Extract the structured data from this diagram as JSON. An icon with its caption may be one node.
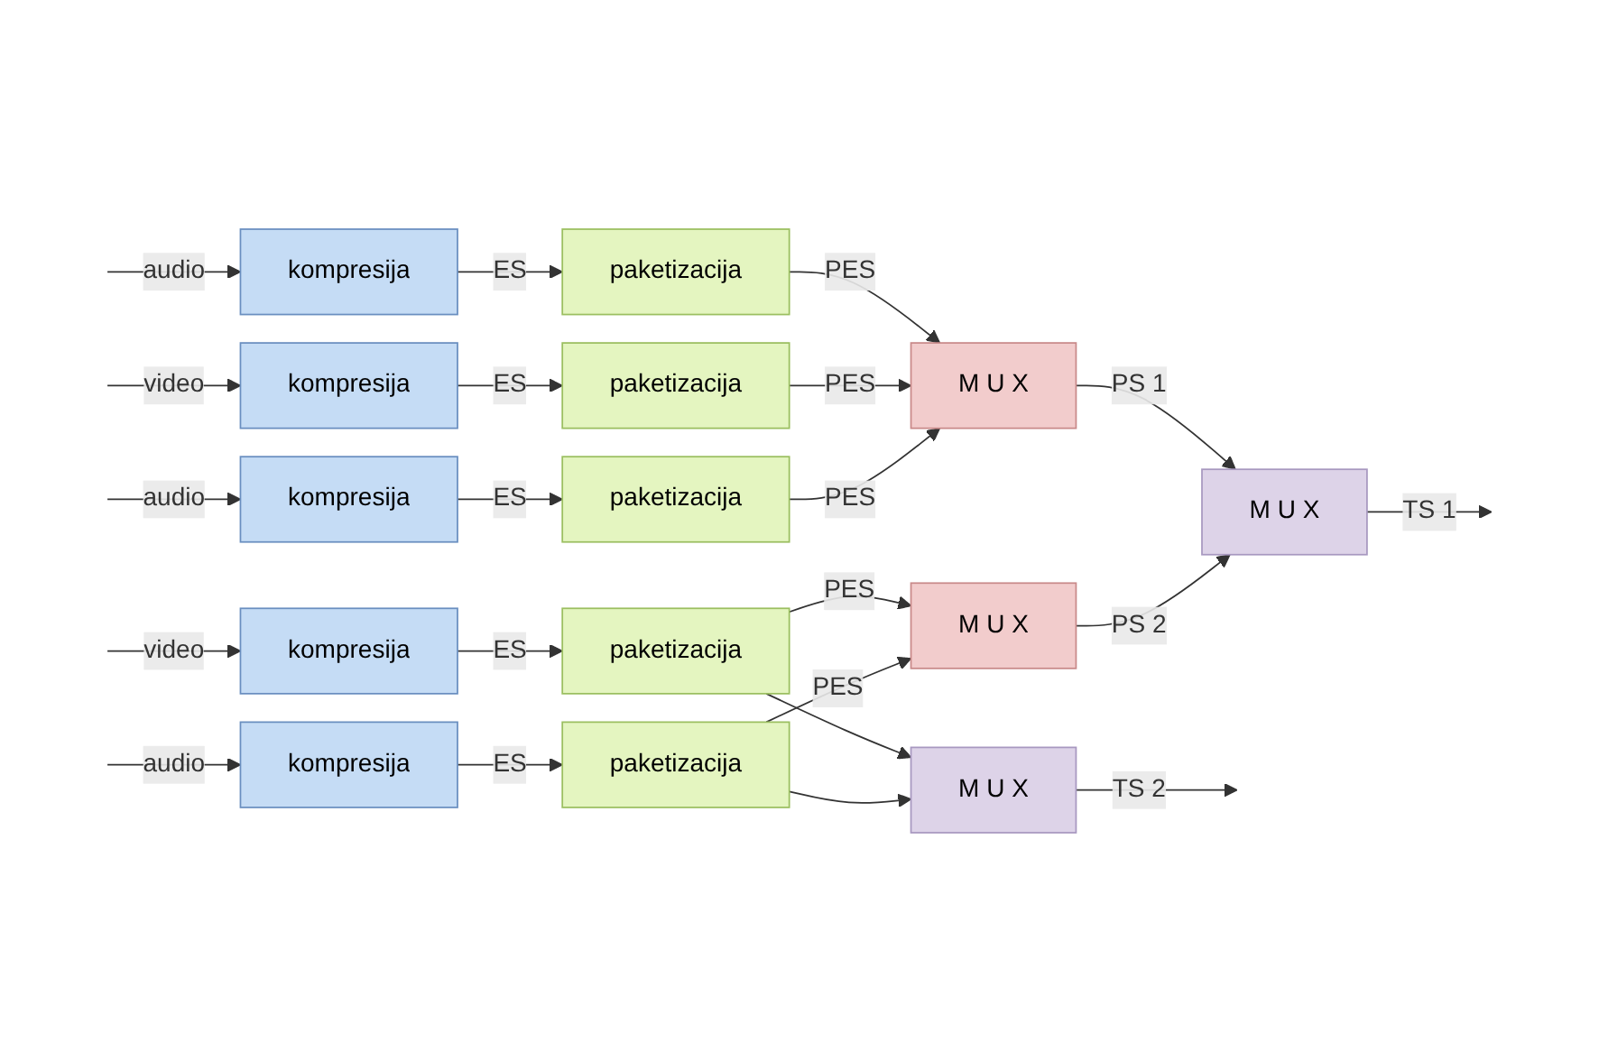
{
  "diagram": {
    "nodes": [
      {
        "text": [
          "kompresija"
        ]
      },
      {
        "text": [
          "kompresija"
        ]
      },
      {
        "text": [
          "kompresija"
        ]
      },
      {
        "text": [
          "kompresija"
        ]
      },
      {
        "text": [
          "kompresija"
        ]
      },
      {
        "text": [
          "paketizacija"
        ]
      },
      {
        "text": [
          "paketizacija"
        ]
      },
      {
        "text": [
          "paketizacija"
        ]
      },
      {
        "text": [
          "paketizacija"
        ]
      },
      {
        "text": [
          "paketizacija"
        ]
      },
      {
        "text": [
          "M U X"
        ]
      },
      {
        "text": [
          "M U X"
        ]
      },
      {
        "text": [
          "M U X"
        ]
      },
      {
        "text": [
          "M U X"
        ]
      }
    ],
    "edges": [
      {
        "from": null,
        "to": 0,
        "arrow": "to",
        "label": "audio"
      },
      {
        "from": null,
        "to": 1,
        "arrow": "to",
        "label": "video"
      },
      {
        "from": null,
        "to": 2,
        "arrow": "to",
        "label": "audio"
      },
      {
        "from": null,
        "to": 3,
        "arrow": "to",
        "label": "video"
      },
      {
        "from": null,
        "to": 4,
        "arrow": "to",
        "label": "audio"
      },
      {
        "from": 0,
        "to": 5,
        "arrow": "to",
        "label": "ES"
      },
      {
        "from": 1,
        "to": 6,
        "arrow": "to",
        "label": "ES"
      },
      {
        "from": 2,
        "to": 7,
        "arrow": "to",
        "label": "ES"
      },
      {
        "from": 3,
        "to": 8,
        "arrow": "to",
        "label": "ES"
      },
      {
        "from": 4,
        "to": 9,
        "arrow": "to",
        "label": "ES"
      },
      {
        "from": 5,
        "to": 10,
        "arrow": "to",
        "label": "PES"
      },
      {
        "from": 6,
        "to": 10,
        "arrow": "to",
        "label": "PES"
      },
      {
        "from": 7,
        "to": 10,
        "arrow": "to",
        "label": "PES"
      },
      {
        "from": 8,
        "to": 11,
        "arrow": "to",
        "label": "PES"
      },
      {
        "from": 9,
        "to": 11,
        "arrow": "to",
        "label": "PES"
      },
      {
        "from": 8,
        "to": 13,
        "arrow": "to"
      },
      {
        "from": 9,
        "to": 13,
        "arrow": "to"
      },
      {
        "from": 10,
        "to": 12,
        "arrow": "to",
        "label": "PS 1"
      },
      {
        "from": 11,
        "to": 12,
        "arrow": "to",
        "label": "PS 2"
      },
      {
        "from": 12,
        "to": null,
        "arrow": "to",
        "label": "TS 1"
      },
      {
        "from": 13,
        "to": null,
        "arrow": "to",
        "label": "TS 2"
      }
    ]
  }
}
